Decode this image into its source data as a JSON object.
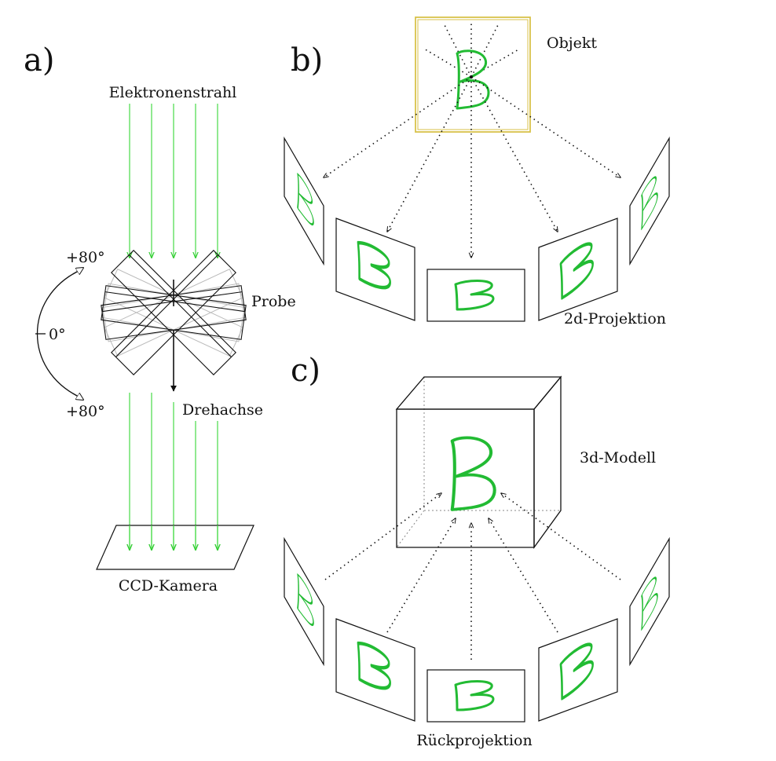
{
  "panels": {
    "a": {
      "label": "a)",
      "electron_beam": "Elektronenstrahl",
      "sample": "Probe",
      "rotation_axis": "Drehachse",
      "camera": "CCD-Kamera",
      "angle_top": "+80°",
      "angle_zero": "0°",
      "angle_bottom": "+80°"
    },
    "b": {
      "label": "b)",
      "object": "Objekt",
      "projection": "2d-Projektion",
      "glyph": "B"
    },
    "c": {
      "label": "c)",
      "model": "3d-Modell",
      "back_projection": "Rückprojektion",
      "glyph": "B"
    }
  },
  "colors": {
    "beam": "#55dd55",
    "glyph": "#22bb33",
    "object_frame": "#d8c24a",
    "ink": "#111111"
  }
}
